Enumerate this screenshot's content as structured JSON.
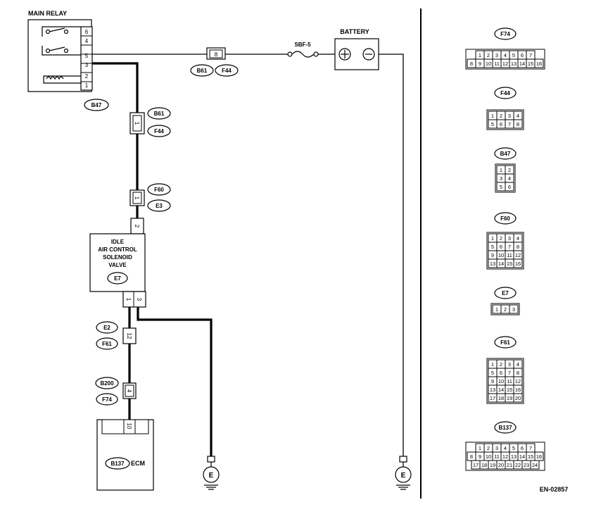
{
  "main_relay": {
    "title": "MAIN RELAY",
    "connector": "B47",
    "pins": [
      "6",
      "4",
      "5",
      "3",
      "2",
      "1"
    ]
  },
  "battery": {
    "title": "BATTERY"
  },
  "fuse": {
    "label": "SBF-5"
  },
  "joint_top": {
    "pin": "8",
    "left": "B61",
    "right": "F44"
  },
  "joint_b61_f44": {
    "pin": "1",
    "top": "B61",
    "bottom": "F44"
  },
  "joint_f60_e3": {
    "pin": "1",
    "top": "F60",
    "bottom": "E3"
  },
  "iacv": {
    "line1": "IDLE",
    "line2": "AIR CONTROL",
    "line3": "SOLENOID",
    "line4": "VALVE",
    "connector": "E7",
    "top_pin": "2",
    "bottom_pins": [
      "1",
      "3"
    ]
  },
  "joint_e2_f61": {
    "pin": "12",
    "top": "E2",
    "bottom": "F61"
  },
  "joint_b200_f74": {
    "pin": "4",
    "top": "B200",
    "bottom": "F74"
  },
  "ecm": {
    "connector": "B137",
    "label": "ECM",
    "pin": "10"
  },
  "ground_symbol": "E",
  "figure_id": "EN-02857",
  "connectors": [
    {
      "name": "F74",
      "rows": [
        [
          "1",
          "2",
          "3",
          "4",
          "5",
          "6",
          "7"
        ],
        [
          "8",
          "9",
          "10",
          "11",
          "12",
          "13",
          "14",
          "15",
          "16"
        ]
      ]
    },
    {
      "name": "F44",
      "rows": [
        [
          "1",
          "2",
          "3",
          "4"
        ],
        [
          "5",
          "6",
          "7",
          "8"
        ]
      ]
    },
    {
      "name": "B47",
      "rows": [
        [
          "1",
          "2"
        ],
        [
          "3",
          "4"
        ],
        [
          "5",
          "6"
        ]
      ]
    },
    {
      "name": "F60",
      "rows": [
        [
          "1",
          "2",
          "3",
          "4"
        ],
        [
          "5",
          "6",
          "7",
          "8"
        ],
        [
          "9",
          "10",
          "11",
          "12"
        ],
        [
          "13",
          "14",
          "15",
          "16"
        ]
      ]
    },
    {
      "name": "E7",
      "rows": [
        [
          "1",
          "2",
          "3"
        ]
      ]
    },
    {
      "name": "F61",
      "rows": [
        [
          "1",
          "2",
          "3",
          "4"
        ],
        [
          "5",
          "6",
          "7",
          "8"
        ],
        [
          "9",
          "10",
          "11",
          "12"
        ],
        [
          "13",
          "14",
          "15",
          "16"
        ],
        [
          "17",
          "18",
          "19",
          "20"
        ]
      ]
    },
    {
      "name": "B137",
      "rows": [
        [
          "1",
          "2",
          "3",
          "4",
          "5",
          "6",
          "7"
        ],
        [
          "8",
          "9",
          "10",
          "11",
          "12",
          "13",
          "14",
          "15",
          "16"
        ],
        [
          "17",
          "18",
          "19",
          "20",
          "21",
          "22",
          "23",
          "24"
        ]
      ]
    }
  ]
}
